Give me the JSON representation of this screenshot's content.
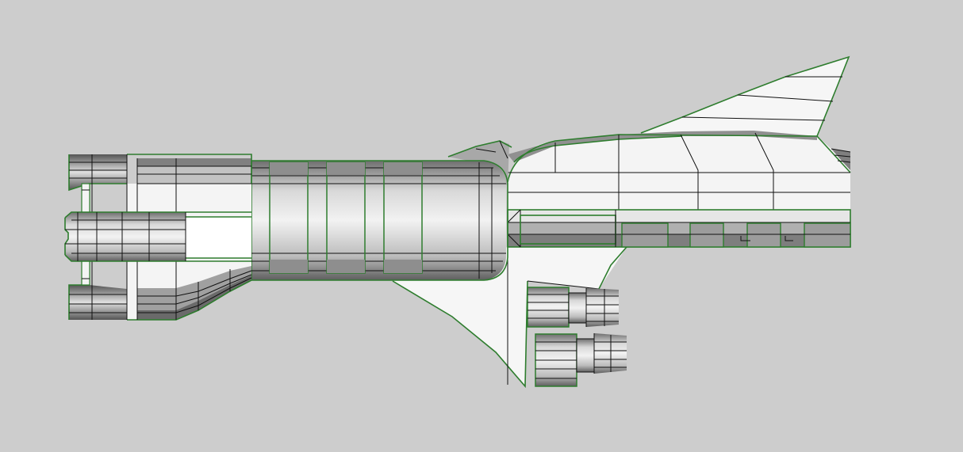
{
  "viewport": {
    "background": "#cdcdcd",
    "edge_color": "#2e7d2e",
    "line_color": "#111111",
    "surface_light": "#f4f4f4",
    "surface_mid": "#b8b8b8",
    "surface_dark": "#7a7a7a",
    "model_parts": [
      "rear-engine-block",
      "rear-nozzle",
      "main-hull",
      "hull-rings",
      "forward-fuselage",
      "dorsal-fin",
      "ventral-wing",
      "pod-engine-upper",
      "pod-engine-lower",
      "side-vent-row"
    ]
  }
}
